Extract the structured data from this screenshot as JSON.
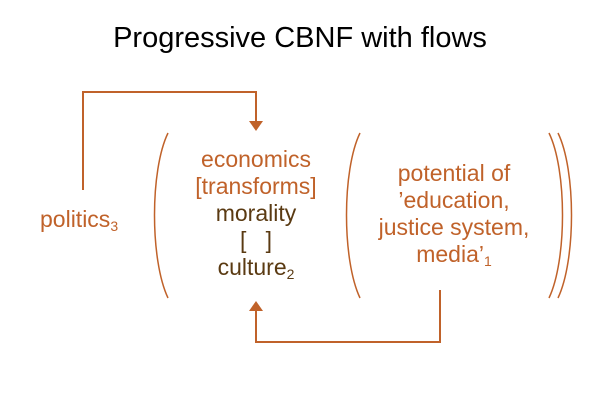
{
  "title": "Progressive CBNF with flows",
  "colors": {
    "orange": "#c0622a",
    "brown": "#5a3a12"
  },
  "left": {
    "label": "politics",
    "subscript": "3"
  },
  "center": {
    "line1": "economics",
    "line2": "[transforms]",
    "line3": "morality",
    "line4": "[   ]",
    "line5": "culture",
    "line5_subscript": "2"
  },
  "right": {
    "line1": "potential of",
    "line2": "’education,",
    "line3": "justice system,",
    "line4": "media’",
    "line4_subscript": "1"
  }
}
